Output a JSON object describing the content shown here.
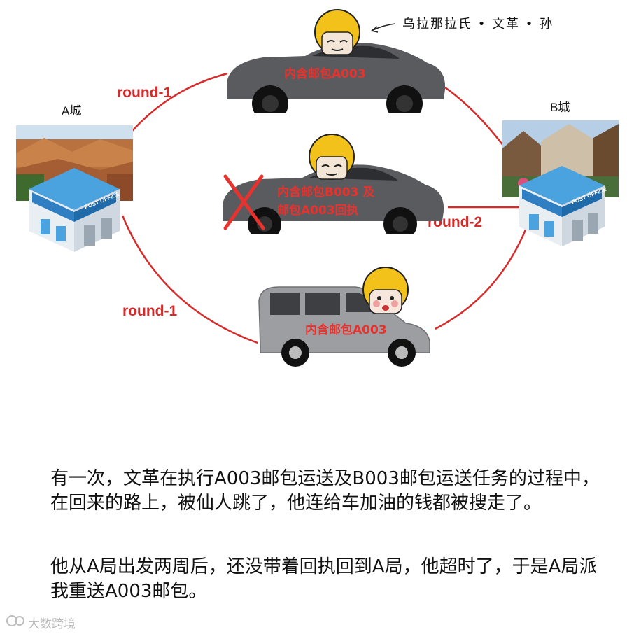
{
  "cities": {
    "a": "A城",
    "b": "B城"
  },
  "rounds": {
    "top": "round-1",
    "middle": "round-2",
    "bottom": "round-1"
  },
  "cars": {
    "top_label": "内含邮包A003",
    "middle_label_line1": "内含邮包B003 及",
    "middle_label_line2": "邮包A003回执",
    "bottom_label": "内含邮包A003"
  },
  "signature": "乌拉那拉氏 • 文革 • 孙",
  "post_office_sign": "POST OFFICE",
  "paragraph1": "有一次，文革在执行A003邮包运送及B003邮包运送任务的过程中，在回来的路上，被仙人跳了，他连给车加油的钱都被搜走了。",
  "paragraph2": "他从A局出发两周后，还没带着回执回到A局，他超时了，于是A局派我重送A003邮包。",
  "watermark": "大数跨境",
  "colors": {
    "route": "#d62b2b",
    "label_red": "#e8322e",
    "car_gray": "#5a5b5f",
    "van_silver": "#9c9ea2",
    "helmet": "#f3c21a"
  }
}
